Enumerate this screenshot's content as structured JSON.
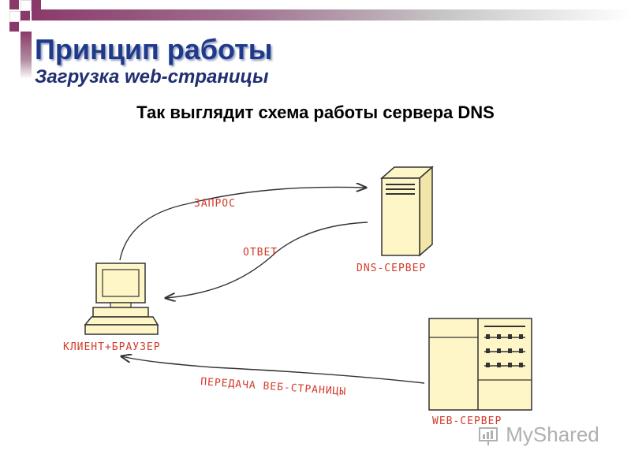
{
  "slide": {
    "title": "Принцип работы",
    "subtitle": "Загрузка web-страницы",
    "caption": "Так выглядит схема работы сервера DNS"
  },
  "diagram": {
    "labels": {
      "request": "ЗАПРОС",
      "response": "ОТВЕТ",
      "dns_server": "DNS-СЕРВЕР",
      "client": "КЛИЕНТ+БРАУЗЕР",
      "web_page_transfer": "ПЕРЕДАЧА ВЕБ-СТРАНИЦЫ",
      "web_server": "WEB-СЕРВЕР"
    },
    "colors": {
      "label": "#d23a2a",
      "device_fill": "#fff6c8",
      "line": "#333333"
    }
  },
  "watermark": {
    "text": "MyShared",
    "icon": "myshared-logo-icon"
  },
  "decor": {
    "accent": "#8a3a6a",
    "title_color": "#1f3a8a"
  }
}
